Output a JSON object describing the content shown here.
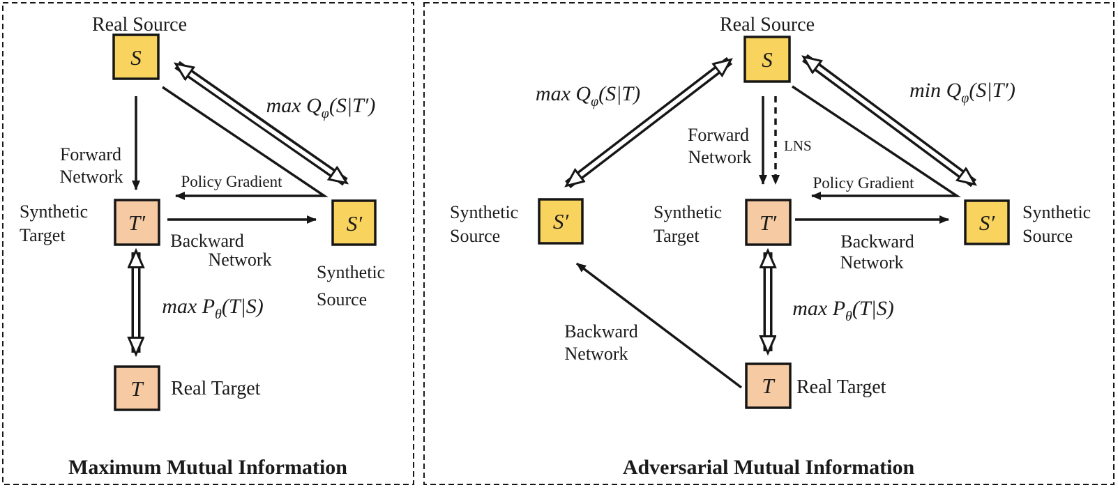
{
  "panel_left": {
    "title": "Maximum Mutual Information",
    "real_source": "Real Source",
    "real_target": "Real Target",
    "node_s": "S",
    "node_t_prime": "T′",
    "node_s_prime": "S′",
    "node_t": "T",
    "forward_network": [
      "Forward",
      "Network"
    ],
    "policy_gradient": "Policy Gradient",
    "backward_network": [
      "Backward",
      "Network"
    ],
    "synthetic_target": [
      "Synthetic",
      "Target"
    ],
    "synthetic_source": [
      "Synthetic",
      "Source"
    ],
    "formula_q": {
      "prefix": "max Q",
      "sub": "φ",
      "rest": "(S|T′)"
    },
    "formula_p": {
      "prefix": "max P",
      "sub": "θ",
      "rest": "(T|S)"
    }
  },
  "panel_right": {
    "title": "Adversarial Mutual Information",
    "real_source": "Real Source",
    "real_target": "Real Target",
    "node_s": "S",
    "node_t_prime": "T′",
    "node_s_prime_left": "S′",
    "node_s_prime_right": "S′",
    "node_t": "T",
    "forward_network": [
      "Forward",
      "Network"
    ],
    "lns": "LNS",
    "policy_gradient": "Policy Gradient",
    "backward_network": [
      "Backward",
      "Network"
    ],
    "backward_network_diag": [
      "Backward",
      "Network"
    ],
    "synthetic_target": [
      "Synthetic",
      "Target"
    ],
    "synthetic_source_left": [
      "Synthetic",
      "Source"
    ],
    "synthetic_source_right": [
      "Synthetic",
      "Source"
    ],
    "formula_q_left": {
      "prefix": "max Q",
      "sub": "φ",
      "rest": "(S|T)"
    },
    "formula_q_right": {
      "prefix": "min Q",
      "sub": "φ",
      "rest": "(S|T′)"
    },
    "formula_p": {
      "prefix": "max P",
      "sub": "θ",
      "rest": "(T|S)"
    }
  },
  "colors": {
    "formula_green": "#507e37",
    "formula_purple": "#7030a0",
    "formula_red": "#c13b2f",
    "formula_blue": "#2272bb",
    "node_yellow": "#f8d35e",
    "node_peach": "#f6caa2",
    "line_black": "#161616"
  }
}
